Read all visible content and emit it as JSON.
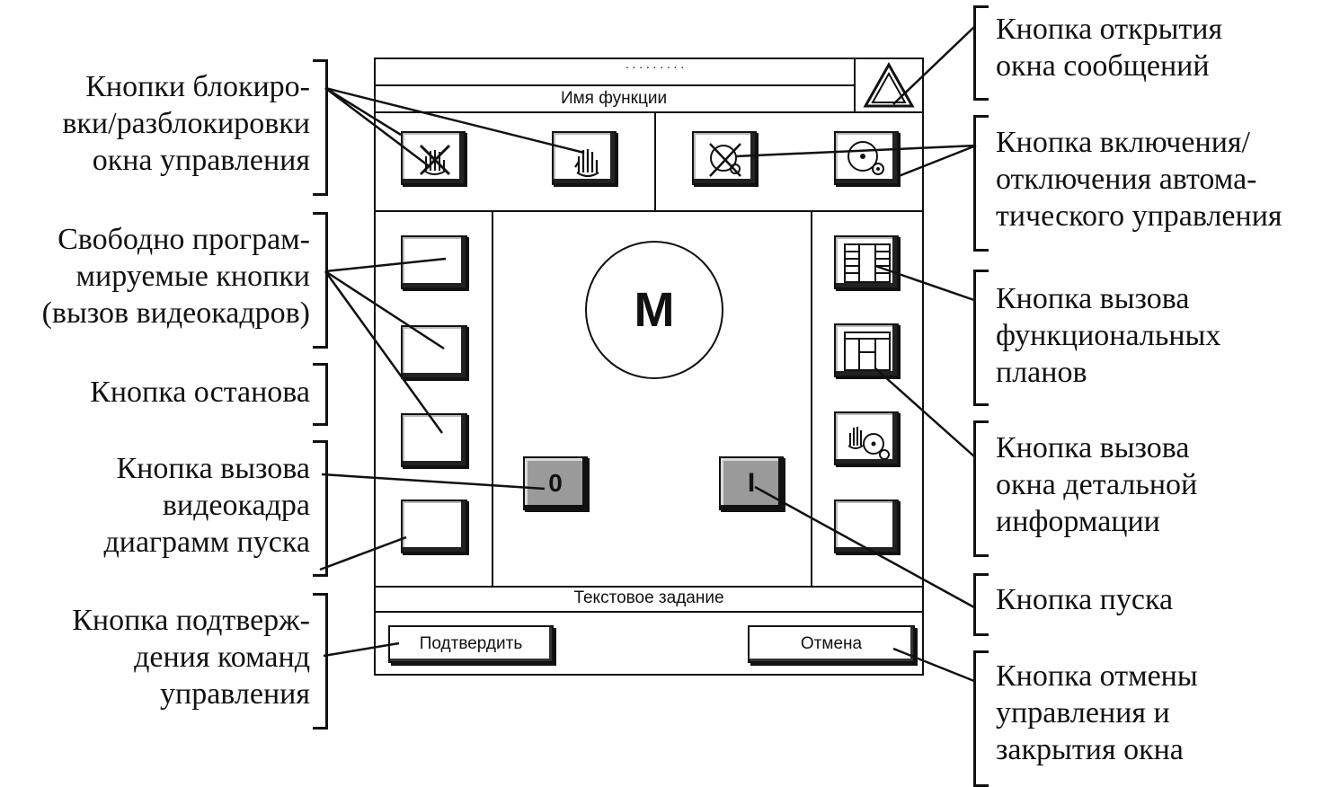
{
  "window": {
    "header_text": "Имя функции",
    "motor_symbol": "M",
    "stop_button_label": "0",
    "start_button_label": "I",
    "text_task": "Текстовое задание",
    "confirm_label": "Подтвердить",
    "cancel_label": "Отмена"
  },
  "labels": {
    "lock_buttons": "Кнопки блокиро-\nвки/разблокировки\nокна управления",
    "free_buttons": "Свободно програм-\nмируемые кнопки\n(вызов видеокадров)",
    "stop_button": "Кнопка останова",
    "startup_diagram": "Кнопка вызова\nвидеокадра\nдиаграмм пуска",
    "confirm_button": "Кнопка подтверж-\nдения команд\nуправления",
    "messages_button": "Кнопка открытия\nокна сообщений",
    "auto_button": "Кнопка включения/\nотключения автома-\nтического управления",
    "functional_plans": "Кнопка вызова\nфункциональных\nпланов",
    "detail_info": "Кнопка вызова\nокна детальной\nинформации",
    "start_button": "Кнопка пуска",
    "cancel_button": "Кнопка отмены\nуправления и\nзакрытия окна"
  },
  "icons": {
    "warning": "warning-triangle-icon",
    "lock": "crossed-hand-icon",
    "unlock": "hand-icon",
    "auto_off": "crossed-gear-icon",
    "auto_on": "gear-icon",
    "functional_plan": "functional-plan-icon",
    "detail_window": "detail-window-icon",
    "manual_auto": "hand-gear-icon"
  }
}
